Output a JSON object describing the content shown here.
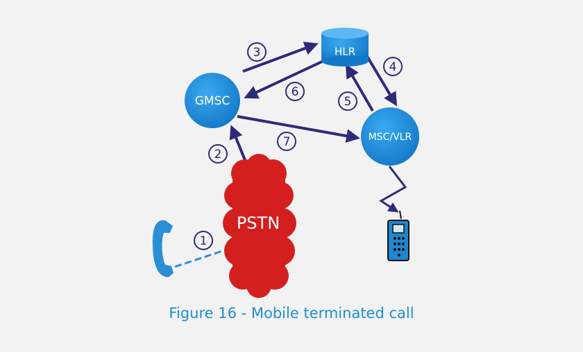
{
  "nodes": {
    "hlr": "HLR",
    "gmsc": "GMSC",
    "msc_vlr": "MSC/VLR",
    "pstn": "PSTN"
  },
  "steps": [
    "1",
    "2",
    "3",
    "4",
    "5",
    "6",
    "7"
  ],
  "caption": "Figure 16 - Mobile terminated call",
  "colors": {
    "node_blue": "#1c8fe0",
    "arrow": "#2e2a7a",
    "pstn_red": "#d41f1f",
    "caption_blue": "#1e8fd0",
    "phone_blue": "#2b8fd6"
  },
  "icons": [
    "telephone-handset-icon",
    "mobile-phone-icon"
  ]
}
